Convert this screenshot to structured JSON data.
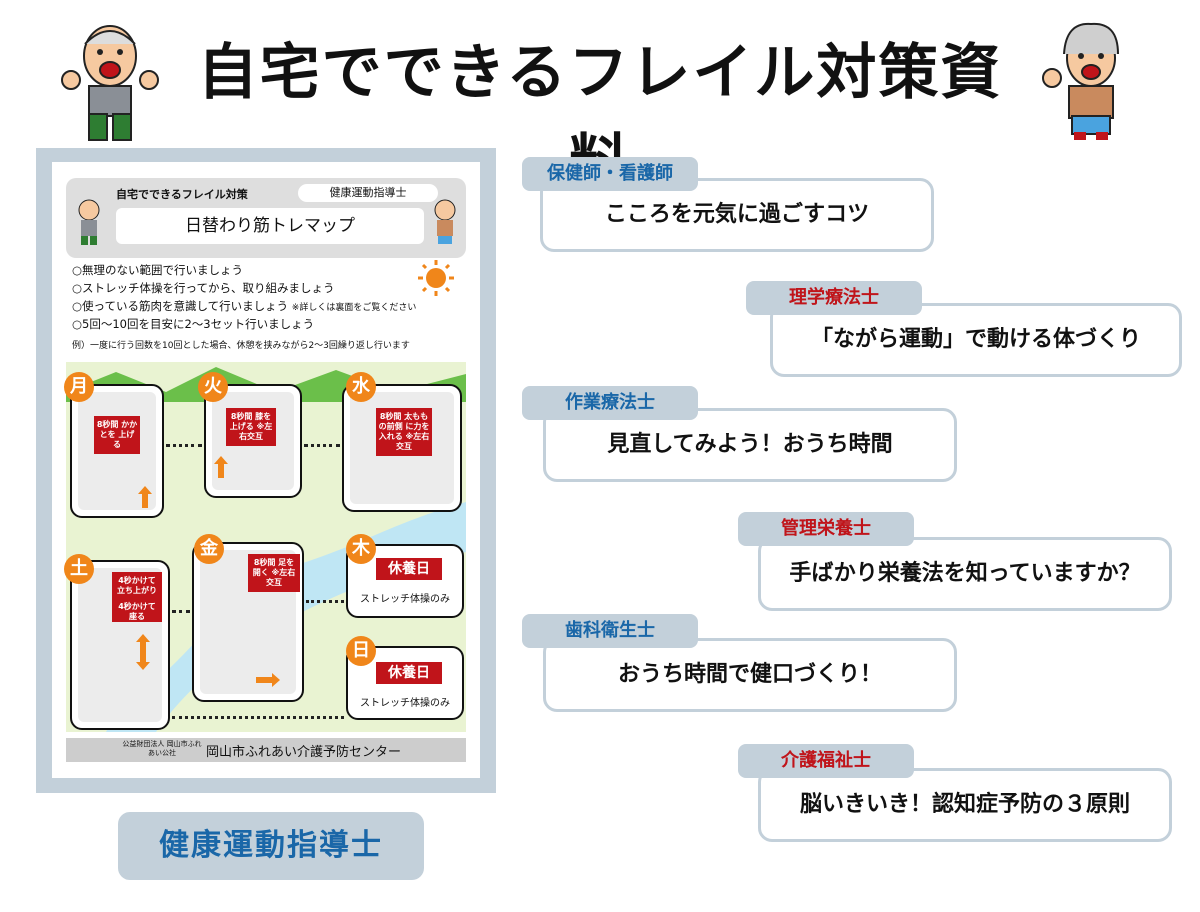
{
  "header": {
    "title": "自宅でできるフレイル対策資料"
  },
  "flyer": {
    "header_small_title": "自宅でできるフレイル対策",
    "header_org": "健康運動指導士",
    "main_title": "日替わり筋トレマップ",
    "rules": [
      "○無理のない範囲で行いましょう",
      "○ストレッチ体操を行ってから、取り組みましょう",
      "○使っている筋肉を意識して行いましょう",
      "○5回〜10回を目安に2〜3セット行いましょう"
    ],
    "rule_note": "※詳しくは裏面をご覧ください",
    "example": "例）一度に行う回数を10回とした場合、休憩を挟みながら2〜3回繰り返し行います",
    "days": {
      "mon": {
        "badge": "月",
        "label": "8秒間 かかとを 上げる"
      },
      "tue": {
        "badge": "火",
        "label": "8秒間 膝を上げる ※左右交互"
      },
      "wed": {
        "badge": "水",
        "label": "8秒間 太ももの前側 に力を入れる ※左右交互"
      },
      "sat": {
        "badge": "土",
        "label1": "4秒かけて 立ち上がり",
        "label2": "4秒かけて 座る"
      },
      "fri": {
        "badge": "金",
        "label": "8秒間 足を開く ※左右交互"
      },
      "thu": {
        "badge": "木",
        "rest": "休養日",
        "sub": "ストレッチ体操のみ"
      },
      "sun": {
        "badge": "日",
        "rest": "休養日",
        "sub": "ストレッチ体操のみ"
      }
    },
    "footer_org_small": "公益財団法人 岡山市ふれあい公社",
    "footer_org": "岡山市ふれあい介護予防センター"
  },
  "pill_label": "健康運動指導士",
  "topics": [
    {
      "tag": "保健師・看護師",
      "title": "こころを元気に過ごすコツ",
      "tag_color": "#1a67a8"
    },
    {
      "tag": "理学療法士",
      "title": "「ながら運動」で動ける体づくり",
      "tag_color": "#c0141a"
    },
    {
      "tag": "作業療法士",
      "title": "見直してみよう！おうち時間",
      "tag_color": "#1a67a8"
    },
    {
      "tag": "管理栄養士",
      "title": "手ばかり栄養法を知っていますか？",
      "tag_color": "#c0141a"
    },
    {
      "tag": "歯科衛生士",
      "title": "おうち時間で健口づくり！",
      "tag_color": "#1a67a8"
    },
    {
      "tag": "介護福祉士",
      "title": "脳いきいき！認知症予防の３原則",
      "tag_color": "#c0141a"
    }
  ],
  "colors": {
    "frame": "#c3d0da",
    "accent_blue": "#1a67a8",
    "accent_red": "#c0141a",
    "day_badge": "#f0861a"
  }
}
